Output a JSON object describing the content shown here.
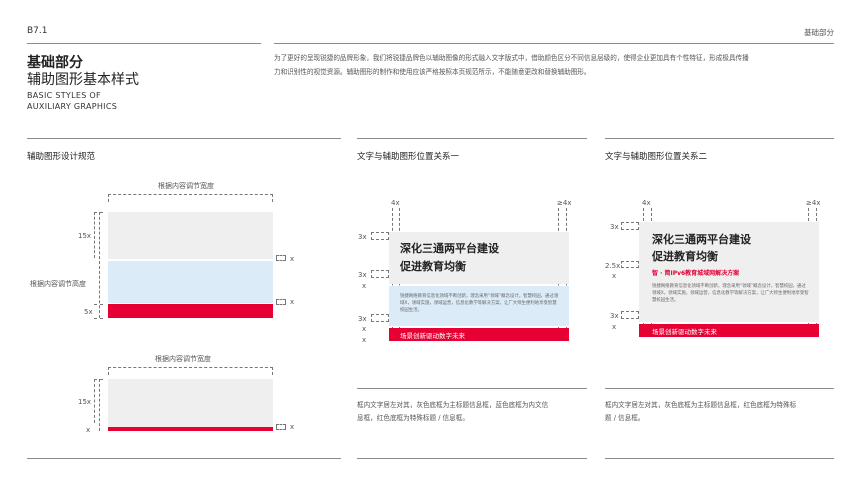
{
  "header": {
    "code": "B7.1",
    "section": "基础部分",
    "title_cn_1": "基础部分",
    "title_cn_2": "辅助图形基本样式",
    "title_en_1": "BASIC STYLES OF",
    "title_en_2": "AUXILIARY GRAPHICS",
    "intro_1": "为了更好的呈现锐捷的品牌形象，我们将锐捷品牌色以辅助图像的形式融入文字版式中，借助颜色区分不同信息层级的，使得企业更加具有个性特征，形成极具传播",
    "intro_2": "力和识别性的视觉资源。辅助图形的制作和使用应该严格按照本页规范所示，不能随意更改和替换辅助图形。"
  },
  "col1": {
    "title": "辅助图形设计规范",
    "top_label": "根据内容调节宽度",
    "side_label": "根据内容调节高度",
    "label_15x": "15x",
    "label_5x": "5x",
    "label_x": "x",
    "bottom_label": "根据内容调节宽度"
  },
  "col2": {
    "title": "文字与辅助图形位置关系一",
    "label_4x": "4x",
    "label_ge4x": "≥4x",
    "label_3x": "3x",
    "label_x": "x",
    "headline_1": "深化三通两平台建设",
    "headline_2": "促进教育均衡",
    "body": "锐捷网络教育信息化领域不断创新，理念采用“领域”概念设计，智慧校园，通过领域X，领域实施，领域运营，信息化教学等解决方案，让广大师生便利地享受智慧校园生活。",
    "banner": "场景创新驱动数字未来",
    "desc_1": "框内文字居左对其，灰色底框为主标题信息框，蓝色底框为内文信",
    "desc_2": "息框，红色底框为特殊标题 / 信息框。"
  },
  "col3": {
    "title": "文字与辅助图形位置关系二",
    "label_4x": "4x",
    "label_ge4x": "≥4x",
    "label_3x": "3x",
    "label_25x": "2.5x",
    "label_x": "x",
    "headline_1": "深化三通两平台建设",
    "headline_2": "促进教育均衡",
    "subheadline": "智 · 简IPv6教育城域网解决方案",
    "body": "锐捷网络教育信息化领域不断创新，理念采用“领域”概念设计，智慧校园，通过领域X，领域实施，领域运营，信息化教学等解决方案，让广大师生便利地享受智慧校园生活。",
    "banner": "场景创新驱动数字未来",
    "desc_1": "框内文字居左对其，灰色底框为主标题信息框，红色底框为特殊标",
    "desc_2": "题 / 信息框。"
  },
  "colors": {
    "red": "#e60033",
    "grey": "#efefef",
    "blue": "#dcebf8"
  }
}
